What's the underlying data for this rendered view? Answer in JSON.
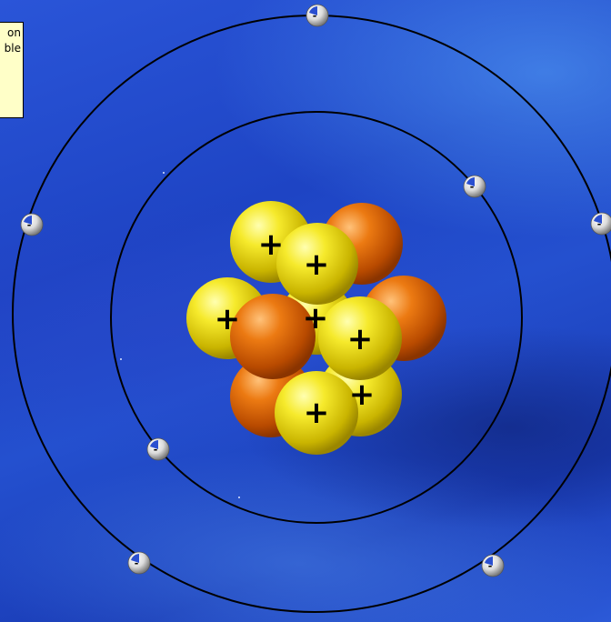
{
  "info_box": {
    "line1": "on",
    "line2": "ble"
  },
  "atom": {
    "orbits": [
      {
        "name": "inner-shell",
        "electron_count": 2
      },
      {
        "name": "outer-shell",
        "electron_count": 5
      }
    ],
    "proton_symbol": "+",
    "electron_symbol": "-",
    "colors": {
      "proton": "#f2e21a",
      "neutron": "#e26a06",
      "electron": "#e8e8e8",
      "electron_marker": "#2a4fd0",
      "orbit": "#000000",
      "background": "#1e46c8",
      "info_box": "#ffffc8"
    }
  }
}
